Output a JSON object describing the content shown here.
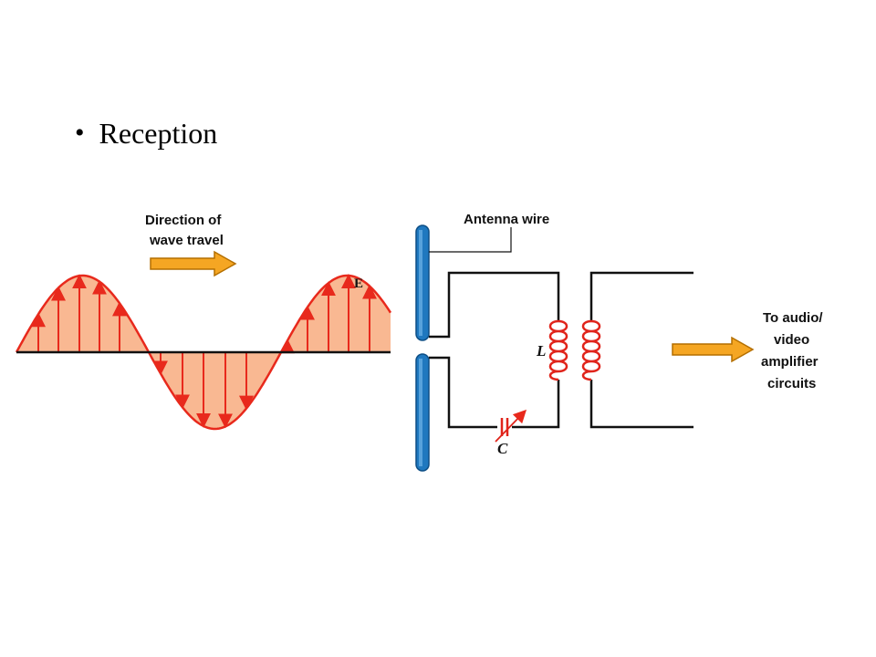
{
  "slide": {
    "bullet_text": "Reception"
  },
  "diagram": {
    "direction_label_line1": "Direction of",
    "direction_label_line2": "wave travel",
    "field_label": "E",
    "antenna_label": "Antenna wire",
    "inductor_label": "L",
    "capacitor_label": "C",
    "output_label_line1": "To audio/",
    "output_label_line2": "video",
    "output_label_line3": "amplifier",
    "output_label_line4": "circuits",
    "colors": {
      "wave_fill": "#f9b892",
      "wave_stroke": "#e8291c",
      "arrow_orange": "#f5a623",
      "antenna_blue": "#1f78bf",
      "coil_red": "#e0241b",
      "wire": "#111111"
    }
  }
}
